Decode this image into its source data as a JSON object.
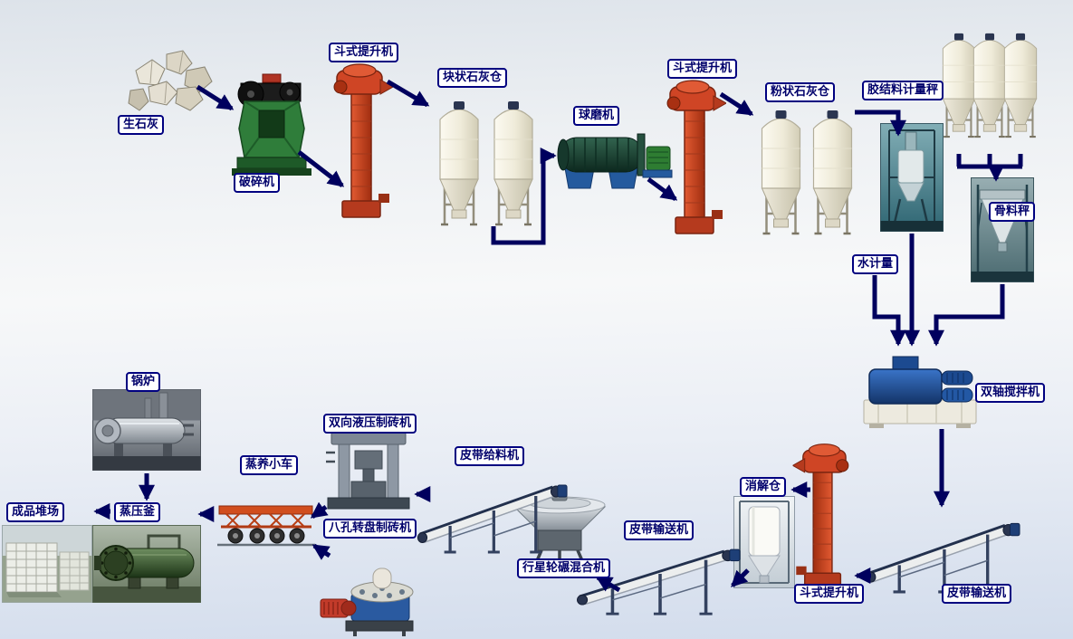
{
  "diagram": {
    "type": "process-flow",
    "language": "zh-CN",
    "arrow_color": "#00005e",
    "label_style": {
      "background": "#ffffff",
      "border": "#000080",
      "text": "#00006b"
    },
    "background": {
      "top": "#dde3ea",
      "middle": "#f7f8f9",
      "bottom": "#d2dcec"
    }
  },
  "labels": {
    "quicklime": "生石灰",
    "crusher": "破碎机",
    "bucket_elevator_1": "斗式提升机",
    "lump_lime_silo": "块状石灰仓",
    "ball_mill": "球磨机",
    "bucket_elevator_2": "斗式提升机",
    "powder_lime_silo": "粉状石灰仓",
    "binder_metering_scale": "胶结料计量秤",
    "aggregate_scale": "骨料秤",
    "water_metering": "水计量",
    "twin_shaft_mixer": "双轴搅拌机",
    "digestion_silo": "消解仓",
    "bucket_elevator_3": "斗式提升机",
    "belt_conveyor_1": "皮带输送机",
    "belt_conveyor_2": "皮带输送机",
    "planetary_wheel_mill_mixer": "行星轮碾混合机",
    "belt_feeder": "皮带给料机",
    "hydraulic_brick_machine": "双向液压制砖机",
    "rotary_brick_machine": "八孔转盘制砖机",
    "steam_curing_trolley": "蒸养小车",
    "autoclave": "蒸压釜",
    "finished_product_yard": "成品堆场",
    "boiler": "锅炉"
  }
}
